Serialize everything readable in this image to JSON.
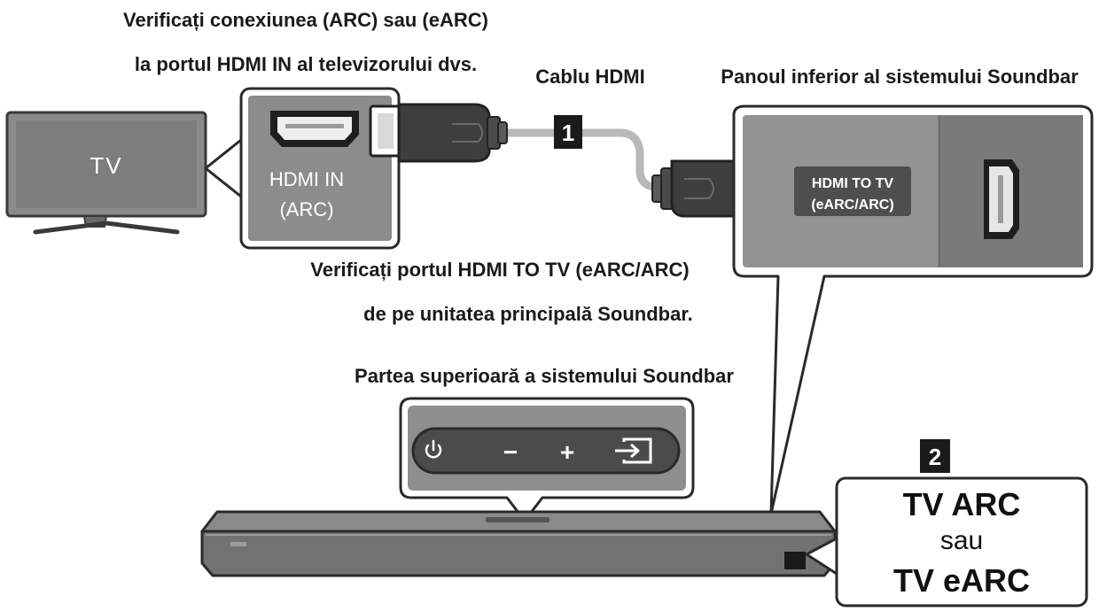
{
  "captions": {
    "tv_check_line1": "Verificați conexiunea (ARC) sau (eARC)",
    "tv_check_line2": "la portul HDMI IN al televizorului dvs.",
    "cable": "Cablu HDMI",
    "bottom_panel": "Panoul inferior al sistemului Soundbar",
    "soundbar_check_line1": "Verificați portul HDMI TO TV (eARC/ARC)",
    "soundbar_check_line2": "de pe unitatea principală Soundbar.",
    "top_panel": "Partea superioară a sistemului Soundbar"
  },
  "tv": {
    "label": "TV"
  },
  "tv_port": {
    "line1": "HDMI IN",
    "line2": "(ARC)"
  },
  "soundbar_port": {
    "line1": "HDMI TO TV",
    "line2": "(eARC/ARC)"
  },
  "steps": {
    "step1": "1",
    "step2": "2"
  },
  "mode": {
    "line1": "TV ARC",
    "line2": "sau",
    "line3": "TV eARC"
  },
  "top_buttons": {
    "power": "power-icon",
    "minus": "−",
    "plus": "+",
    "source": "source-input-icon"
  }
}
